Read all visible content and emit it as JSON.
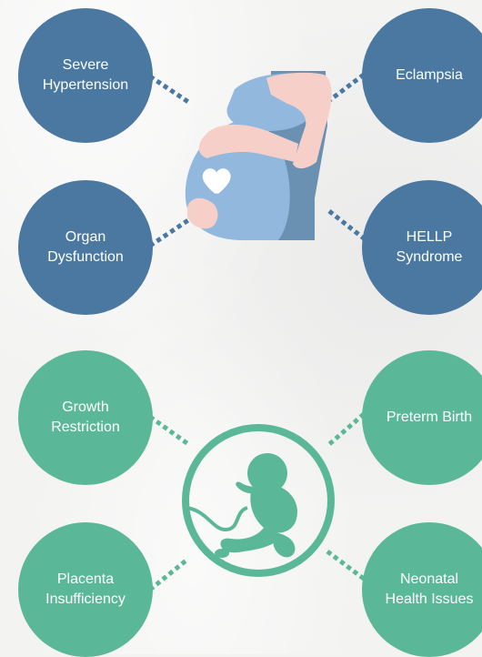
{
  "colors": {
    "maternal": "#4a78a0",
    "fetal": "#5ab898",
    "connector_maternal": "#4a78a0",
    "connector_fetal": "#5ab898"
  },
  "maternal_risks": {
    "top_left": "Severe\nHypertension",
    "top_right": "Eclampsia",
    "bottom_left": "Organ\nDysfunction",
    "bottom_right": "HELLP\nSyndrome"
  },
  "fetal_risks": {
    "top_left": "Growth\nRestriction",
    "top_right": "Preterm Birth",
    "bottom_left": "Placenta\nInsufficiency",
    "bottom_right": "Neonatal\nHealth Issues"
  },
  "icons": {
    "maternal_center": "pregnant-belly-heart-icon",
    "fetal_center": "fetus-in-womb-icon"
  }
}
